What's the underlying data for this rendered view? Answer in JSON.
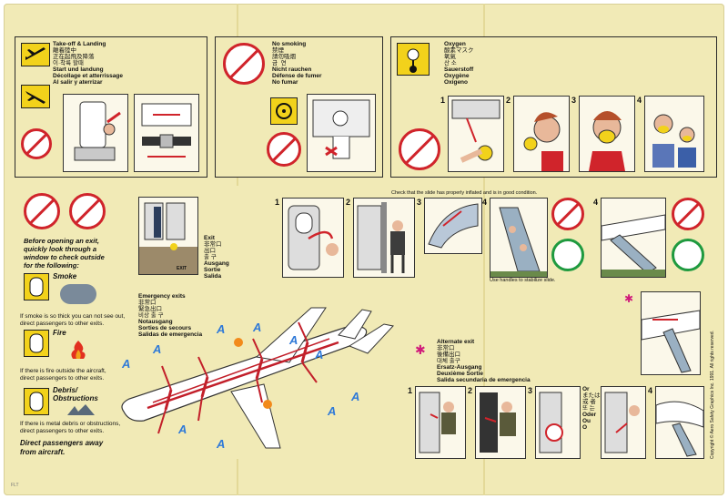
{
  "panels": {
    "takeoff": {
      "lines": [
        "Take-off & Landing",
        "離着陸中",
        "正在起飛及降落",
        "이·착륙 할때",
        "Start und landung",
        "Décollage et atterrissage",
        "Al salir y aterrizar"
      ]
    },
    "nosmoking": {
      "lines": [
        "No smoking",
        "禁煙",
        "請勿吸烟",
        "금  연",
        "Nicht rauchen",
        "Défense de fumer",
        "No fumar"
      ]
    },
    "oxygen": {
      "lines": [
        "Oxygen",
        "酸素マスク",
        "氧氣",
        "산 소",
        "Sauerstoff",
        "Oxygène",
        "Oxígeno"
      ],
      "steps": [
        "1",
        "2",
        "3",
        "4"
      ]
    }
  },
  "left": {
    "intro": "Before opening an exit,\nquickly look through a\nwindow to check outside\nfor the following:",
    "smoke_title": "Smoke",
    "smoke_text": "If smoke is so thick you can not see out,\ndirect passengers to other exits.",
    "fire_title": "Fire",
    "fire_text": "If there is fire outside the aircraft,\ndirect passengers to other exits.",
    "debris_title": "Debris/\nObstructions",
    "debris_text": "If there is metal debris or obstructions,\ndirect passengers to other exits.",
    "direct": "Direct passengers away\nfrom aircraft.",
    "exit_sign": "EXIT",
    "exit_lines": [
      "Exit",
      "非常口",
      "出口",
      "출 구",
      "Ausgang",
      "Sortie",
      "Salida"
    ],
    "emergency_lines": [
      "Emergency exits",
      "非常口",
      "緊急出口",
      "비상 출 구",
      "Notausgang",
      "Sorties de secours",
      "Salidas de emergencia"
    ],
    "a_labels": [
      "A",
      "A",
      "A",
      "A",
      "A",
      "A",
      "A",
      "A",
      "A",
      "A"
    ]
  },
  "slide": {
    "check": "Check that the slide has properly inflated and is in good condition.",
    "handles": "Use handles to stabilize slide.",
    "steps": [
      "1",
      "2",
      "3",
      "4"
    ],
    "steps_b": [
      "4"
    ]
  },
  "alternate": {
    "lines": [
      "Alternate exit",
      "非常口",
      "後備出口",
      "대체 출구",
      "Ersatz-Ausgang",
      "Deuxième Sortie",
      "Salida secundaria de emergencia"
    ],
    "steps": [
      "1",
      "2",
      "3",
      "4"
    ],
    "or_lines": [
      "Or",
      "または",
      "或 者",
      "또 는",
      "Oder",
      "Ou",
      "O"
    ],
    "copyright": "Copyright © Aero Safety Graphics Inc. 1991. All rights reserved.",
    "corner": "FLT"
  }
}
